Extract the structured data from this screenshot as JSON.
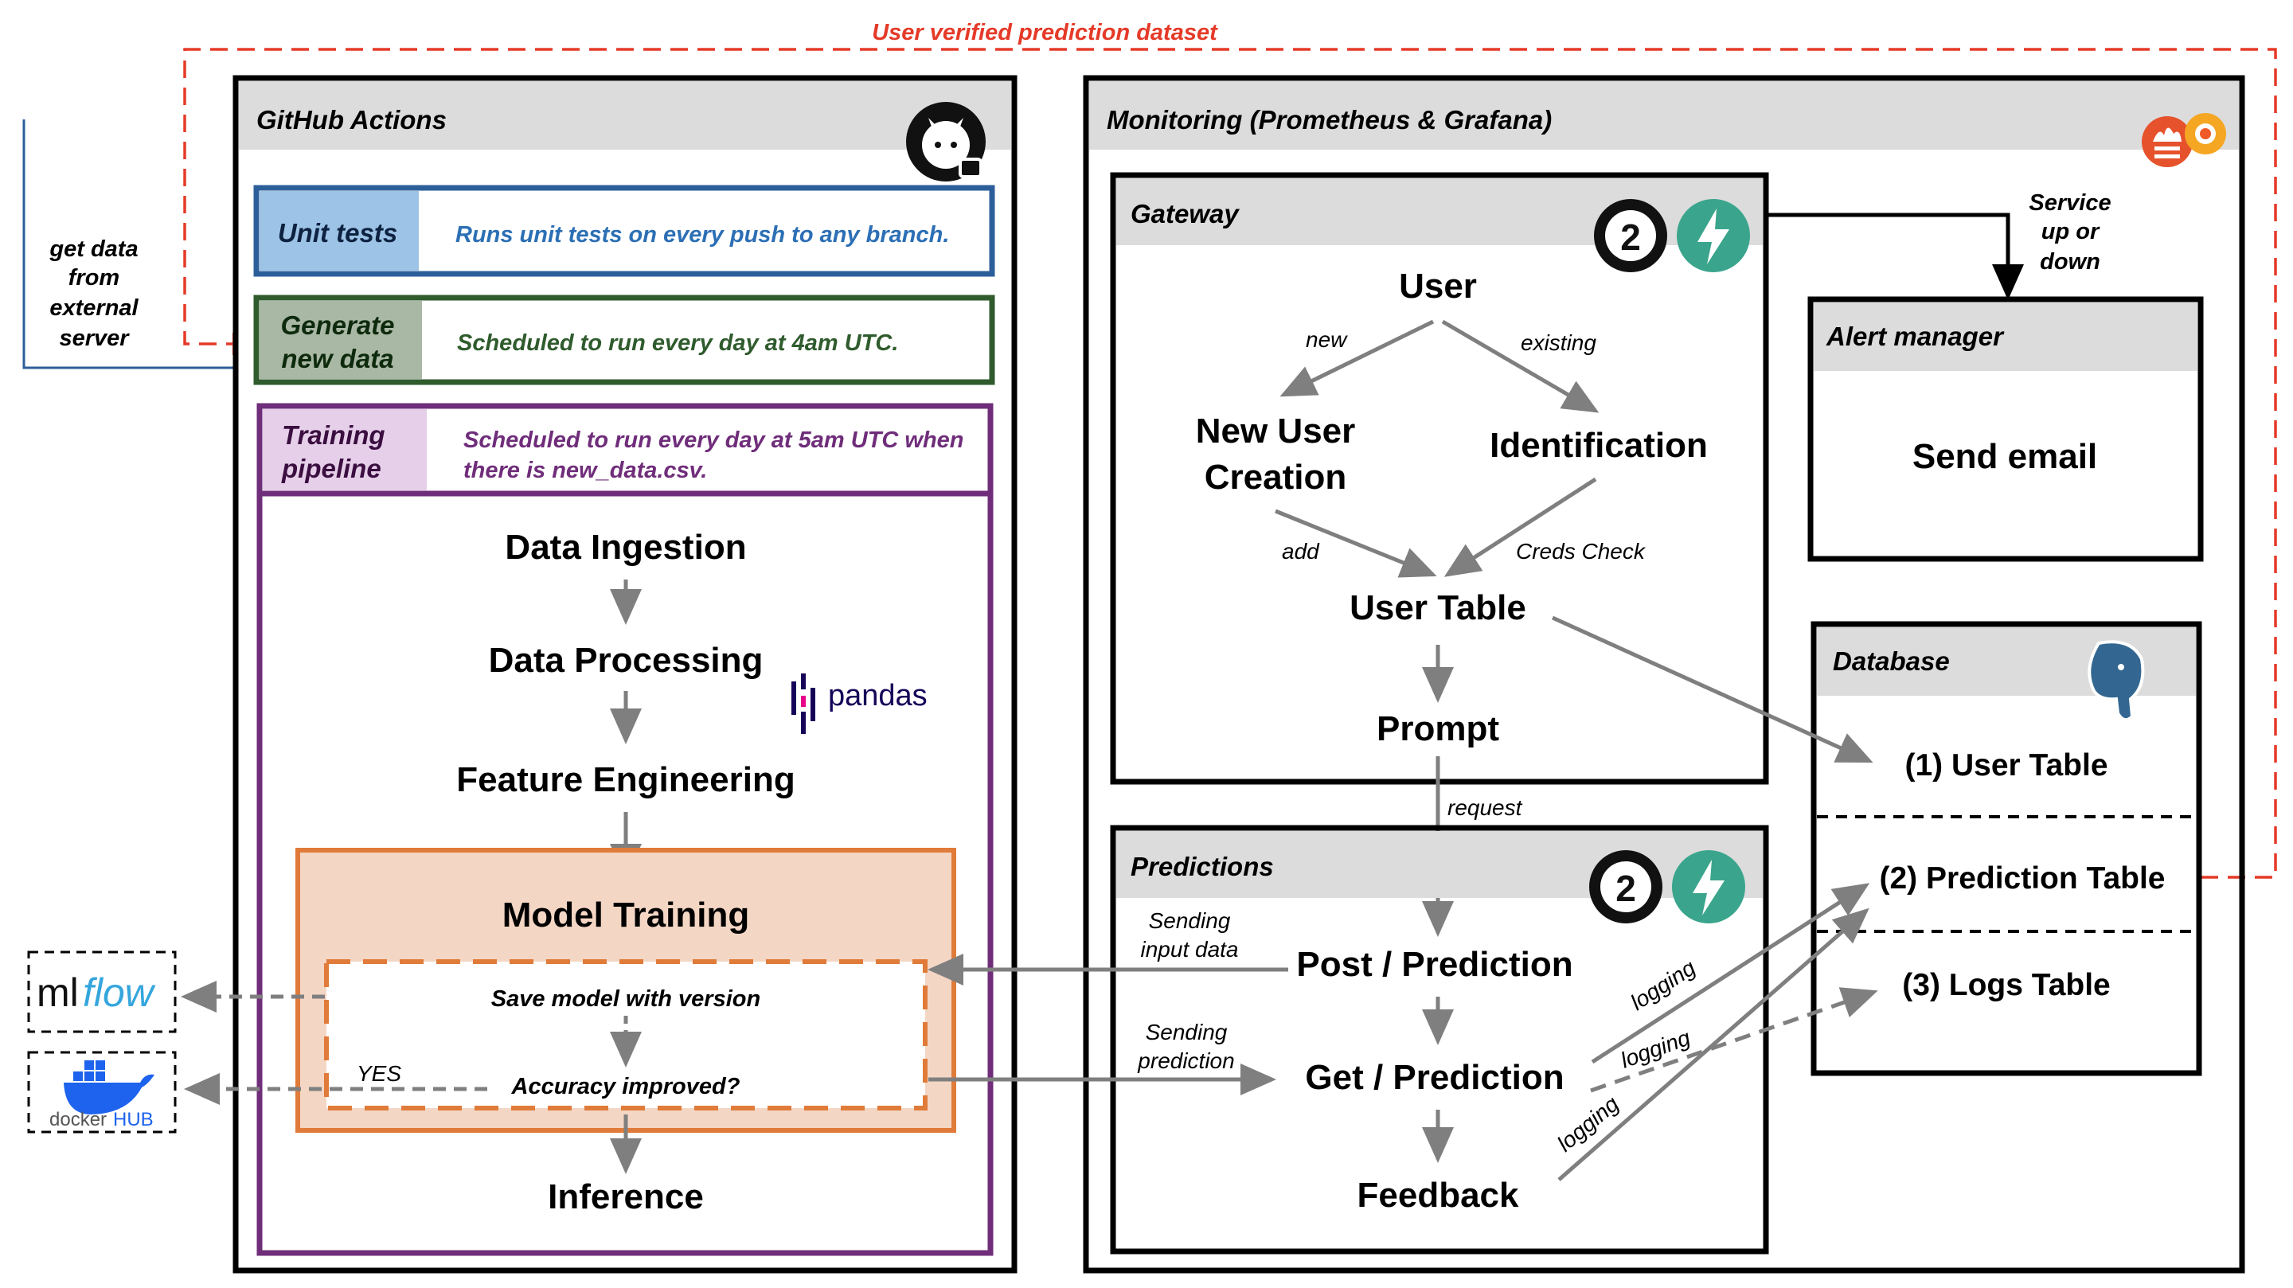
{
  "colors": {
    "red": "#e53a28",
    "blue": "#2c5f9a",
    "green": "#2f5b2d",
    "purple": "#6f2d7a",
    "orange": "#e07b3a",
    "orange_fill": "#f4d6c4",
    "gray_arrow": "#7f7f7f",
    "header_gray": "#dcdcdc",
    "teal": "#3aa58c"
  },
  "top_feedback": {
    "label": "User verified prediction dataset"
  },
  "external": {
    "label_lines": [
      "get data",
      "from",
      "external",
      "server"
    ]
  },
  "github": {
    "title": "GitHub Actions",
    "icon": "github-icon",
    "unit_tests": {
      "label": "Unit tests",
      "desc": "Runs unit tests on every push to any branch."
    },
    "generate": {
      "label_lines": [
        "Generate",
        "new data"
      ],
      "desc": "Scheduled to run every day at 4am UTC."
    },
    "training": {
      "label_lines": [
        "Training",
        "pipeline"
      ],
      "desc_lines": [
        "Scheduled to run every day at 5am UTC when",
        "there is new_data.csv."
      ]
    },
    "steps": {
      "ingestion": "Data Ingestion",
      "processing": "Data Processing",
      "pandas": "pandas",
      "feature": "Feature Engineering",
      "training": "Model Training",
      "save": "Save model with version",
      "accuracy": "Accuracy improved?",
      "yes": "YES",
      "inference": "Inference"
    },
    "mlflow": {
      "ml": "ml",
      "flow": "flow"
    },
    "docker": {
      "label": "docker",
      "hub": "HUB"
    }
  },
  "monitoring": {
    "title": "Monitoring (Prometheus & Grafana)",
    "icon": "grafana-prometheus-icon",
    "gateway": {
      "title": "Gateway",
      "user": "User",
      "new": "new",
      "existing": "existing",
      "new_user_lines": [
        "New User",
        "Creation"
      ],
      "identification": "Identification",
      "add": "add",
      "creds": "Creds Check",
      "user_table": "User Table",
      "prompt": "Prompt"
    },
    "oauth_label": "2",
    "request": "request",
    "service_lines": [
      "Service",
      "up or",
      "down"
    ],
    "alert": {
      "title": "Alert manager",
      "body": "Send email"
    },
    "database": {
      "title": "Database",
      "t1": "(1) User Table",
      "t2": "(2) Prediction Table",
      "t3": "(3) Logs Table"
    },
    "predictions": {
      "title": "Predictions",
      "sending_input_lines": [
        "Sending",
        "input data"
      ],
      "sending_pred_lines": [
        "Sending",
        "prediction"
      ],
      "post": "Post / Prediction",
      "get": "Get / Prediction",
      "feedback": "Feedback",
      "logging": "logging"
    }
  }
}
